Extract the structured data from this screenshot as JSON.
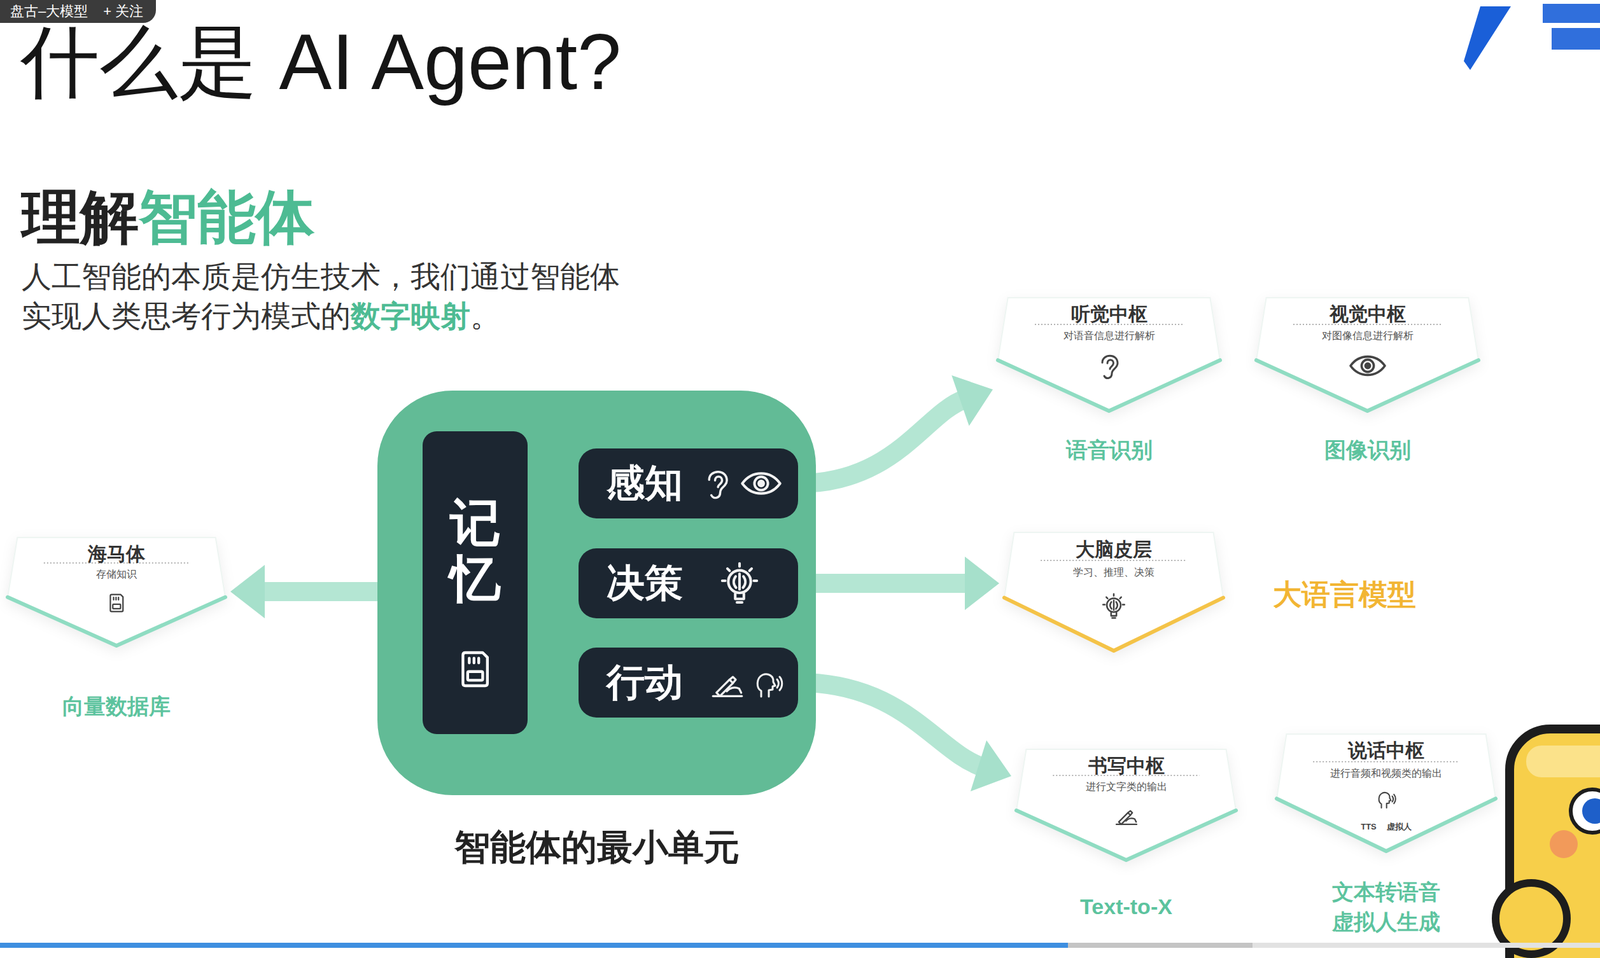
{
  "diagram": {
    "title": "什么是 AI Agent?",
    "nodes": [
      {
        "text": [
          "智能体的最小单元"
        ]
      },
      {
        "text": [
          "记忆"
        ],
        "in": 0
      },
      {
        "text": [
          "感知"
        ],
        "in": 0
      },
      {
        "text": [
          "决策"
        ],
        "in": 0
      },
      {
        "text": [
          "行动"
        ],
        "in": 0
      },
      {
        "text": [
          "海马体",
          "存储知识",
          "向量数据库"
        ]
      },
      {
        "text": [
          "听觉中枢",
          "对语音信息进行解析",
          "语音识别"
        ]
      },
      {
        "text": [
          "视觉中枢",
          "对图像信息进行解析",
          "图像识别"
        ]
      },
      {
        "text": [
          "大脑皮层",
          "学习、推理、决策",
          "大语言模型"
        ]
      },
      {
        "text": [
          "书写中枢",
          "进行文字类的输出",
          "Text-to-X"
        ]
      },
      {
        "text": [
          "说话中枢",
          "进行音频和视频类的输出",
          "TTS",
          "虚拟人",
          "文本转语音 虚拟人生成"
        ]
      }
    ],
    "edges": [
      {
        "from": 1,
        "to": 5,
        "arrow": "to"
      },
      {
        "from": 2,
        "to": 6,
        "arrow": "to"
      },
      {
        "from": 3,
        "to": 8,
        "arrow": "to"
      },
      {
        "from": 4,
        "to": 9,
        "arrow": "to"
      }
    ],
    "labels": [
      "盘古–大模型",
      "+ 关注",
      "理解",
      "智能体",
      "人工智能的本质是仿生技术，我们通过智能体实现人类思考行为模式的",
      "数字映射",
      "。"
    ]
  }
}
